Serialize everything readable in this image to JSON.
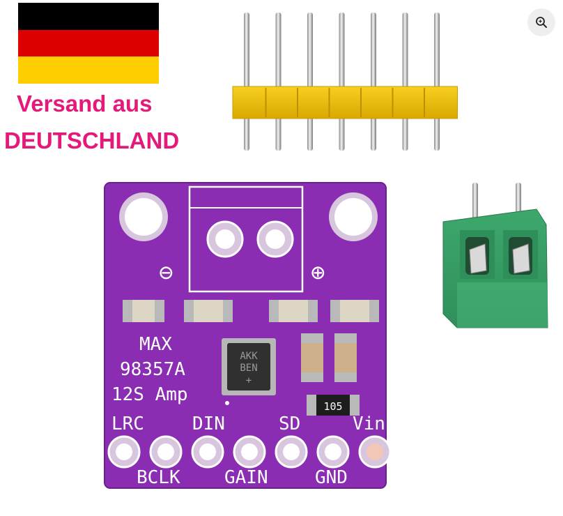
{
  "promo": {
    "line1": "Versand aus",
    "line2": "DEUTSCHLAND"
  },
  "flag": {
    "colors": [
      "#000000",
      "#dd0000",
      "#ffce00"
    ]
  },
  "zoom": {
    "icon": "zoom-icon"
  },
  "board": {
    "color": "#8a2db3",
    "silkscreen": {
      "line1": "MAX",
      "line2": "98357A",
      "line3": "12S Amp",
      "minus": "⊖",
      "plus": "⊕"
    },
    "chip_marking": [
      "AKK",
      "BEN",
      "+"
    ],
    "resistor_code": "105",
    "pins_top": [
      "LRC",
      "DIN",
      "SD",
      "Vin"
    ],
    "pins_bottom": [
      "BCLK",
      "GAIN",
      "GND"
    ]
  },
  "header_pins": {
    "count": 7,
    "housing_color": "#f2c200"
  },
  "terminal_block": {
    "color": "#3aa46a",
    "positions": 2
  }
}
